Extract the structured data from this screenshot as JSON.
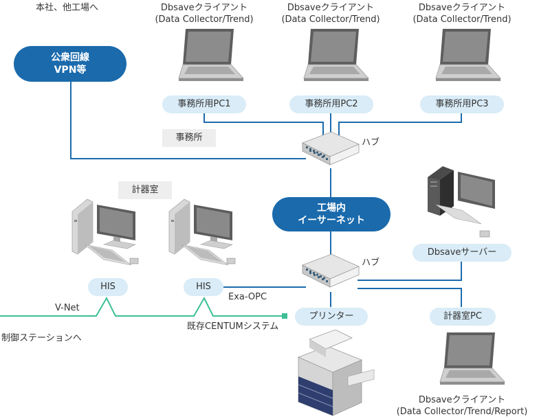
{
  "labels": {
    "hq_other_plants": "本社、他工場へ",
    "vpn_cloud": [
      "公衆回線",
      "VPN等"
    ],
    "office": "事務所",
    "instrument_room": "計器室",
    "hub_top": "ハブ",
    "hub_bottom": "ハブ",
    "plant_lan": [
      "工場内",
      "イーサーネット"
    ],
    "exa_opc": "Exa-OPC",
    "vnet": "V-Net",
    "to_control_station": "制御ステーションへ",
    "existing_centum": "既存CENTUMシステム"
  },
  "clients_top": [
    {
      "title": "Dbsaveクライアント",
      "sub": "(Data Collector/Trend)",
      "pill": "事務所用PC1"
    },
    {
      "title": "Dbsaveクライアント",
      "sub": "(Data Collector/Trend)",
      "pill": "事務所用PC2"
    },
    {
      "title": "Dbsaveクライアント",
      "sub": "(Data Collector/Trend)",
      "pill": "事務所用PC3"
    }
  ],
  "his": [
    "HIS",
    "HIS"
  ],
  "server_pill": "Dbsaveサーバー",
  "printer_pill": "プリンター",
  "room_pc_pill": "計器室PC",
  "bottom_client": {
    "title": "Dbsaveクライアント",
    "sub": "(Data Collector/Trend/Report)"
  },
  "colors": {
    "network_line": "#1a6aac",
    "vnet_line": "#3cbf96",
    "cloud": "#1a6aac",
    "pill": "#d9ecf7"
  }
}
